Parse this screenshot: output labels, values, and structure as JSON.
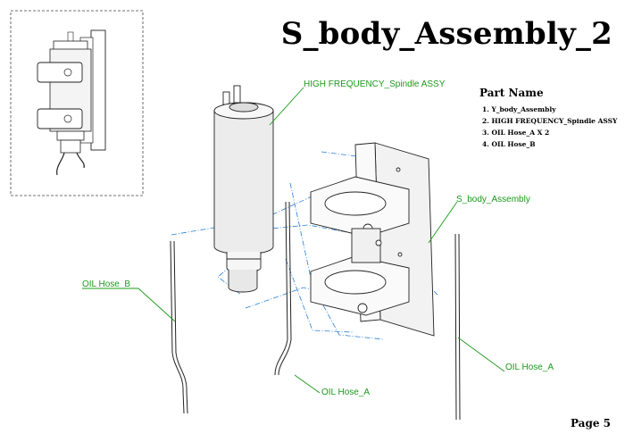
{
  "title": "S_body_Assembly_2",
  "parts": {
    "heading": "Part Name",
    "items": [
      "1. Y_body_Assembly",
      "2. HIGH FREQUENCY_Spindle ASSY",
      "3. OIL Hose_A X 2",
      "4. OIL Hose_B"
    ]
  },
  "callouts": {
    "spindle": "HIGH FREQUENCY_Spindle ASSY",
    "s_body": "S_body_Assembly",
    "hose_b": "OIL Hose_B",
    "hose_a_left": "OIL Hose_A",
    "hose_a_right": "OIL Hose_A"
  },
  "page_label": "Page 5",
  "colors": {
    "callout": "#1a9a1a",
    "leader": "#1a9a1a",
    "alignment": "#2a7fd4",
    "line": "#000000"
  }
}
